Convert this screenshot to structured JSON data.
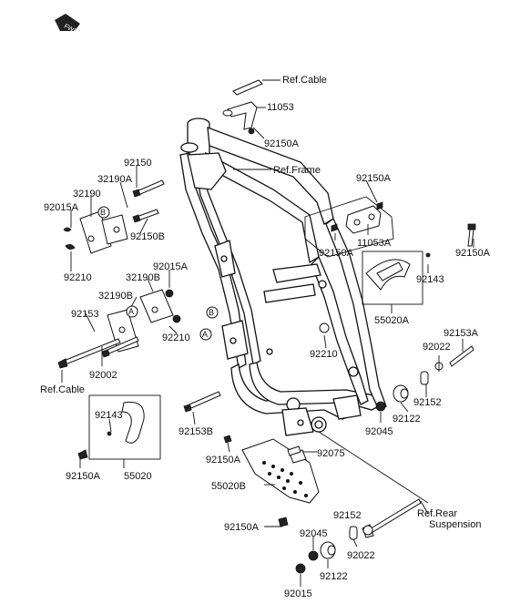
{
  "fwd_badge": "FWD",
  "labels": {
    "ref_cable_top": "Ref.Cable",
    "p11053": "11053",
    "p92150A_1": "92150A",
    "ref_frame": "Ref.Frame",
    "p92150A_2": "92150A",
    "p92150": "92150",
    "p32190A": "32190A",
    "p32190": "32190",
    "p92015A_1": "92015A",
    "p92150B": "92150B",
    "p92210_1": "92210",
    "p92015A_2": "92015A",
    "p32190B_1": "32190B",
    "p32190B_2": "32190B",
    "p92153": "92153",
    "p92210_2": "92210",
    "p92002": "92002",
    "ref_cable_bottom": "Ref.Cable",
    "p92150A_3": "92150A",
    "p11053A": "11053A",
    "p92150A_4": "92150A",
    "p92143_1": "92143",
    "p55020A": "55020A",
    "p92153A": "92153A",
    "p92022_1": "92022",
    "p92210_3": "92210",
    "p92152_1": "92152",
    "p92122_1": "92122",
    "p92045_1": "92045",
    "p92143_2": "92143",
    "p55020": "55020",
    "p92150A_5": "92150A",
    "p92153B": "92153B",
    "p92150A_6": "92150A",
    "p92075": "92075",
    "p55020B": "55020B",
    "p92150A_7": "92150A",
    "ref_rear_suspension_1": "Ref.Rear",
    "ref_rear_suspension_2": "Suspension",
    "p92152_2": "92152",
    "p92045_2": "92045",
    "p92022_2": "92022",
    "p92122_2": "92122",
    "p92015": "92015"
  },
  "callouts": {
    "a": "A",
    "b": "B"
  }
}
